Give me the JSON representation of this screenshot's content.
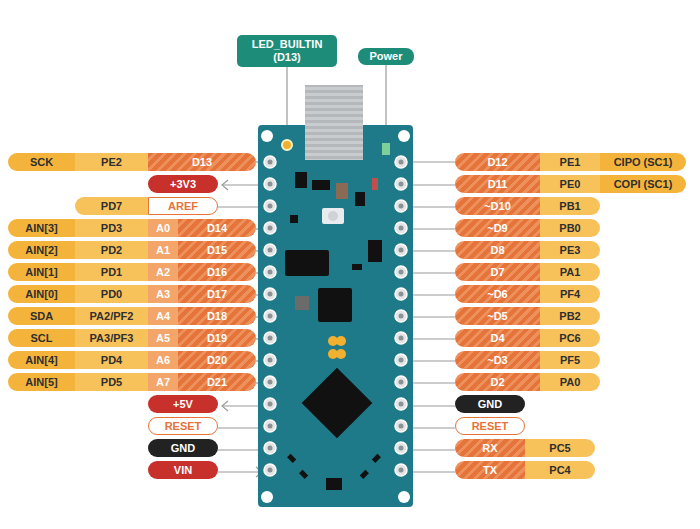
{
  "diagram": {
    "nodes": [
      {
        "text": [
          "LED_BUILTIN (D13)"
        ]
      },
      {
        "text": [
          "Power"
        ]
      },
      {
        "text": [
          "SCK"
        ]
      },
      {
        "text": [
          "PE2"
        ]
      },
      {
        "text": [
          "D13"
        ]
      },
      {
        "text": [
          "D12"
        ]
      },
      {
        "text": [
          "PE1"
        ]
      },
      {
        "text": [
          "CIPO (SC1)"
        ]
      },
      {
        "text": [
          "+3V3"
        ]
      },
      {
        "text": [
          "D11"
        ]
      },
      {
        "text": [
          "PE0"
        ]
      },
      {
        "text": [
          "COPI (SC1)"
        ]
      },
      {
        "text": [
          "PD7"
        ]
      },
      {
        "text": [
          "AREF"
        ]
      },
      {
        "text": [
          "~D10"
        ]
      },
      {
        "text": [
          "PB1"
        ]
      },
      {
        "text": [
          "AIN[3]"
        ]
      },
      {
        "text": [
          "PD3"
        ]
      },
      {
        "text": [
          "A0"
        ]
      },
      {
        "text": [
          "D14"
        ]
      },
      {
        "text": [
          "~D9"
        ]
      },
      {
        "text": [
          "PB0"
        ]
      },
      {
        "text": [
          "AIN[2]"
        ]
      },
      {
        "text": [
          "PD2"
        ]
      },
      {
        "text": [
          "A1"
        ]
      },
      {
        "text": [
          "D15"
        ]
      },
      {
        "text": [
          "D8"
        ]
      },
      {
        "text": [
          "PE3"
        ]
      },
      {
        "text": [
          "AIN[1]"
        ]
      },
      {
        "text": [
          "PD1"
        ]
      },
      {
        "text": [
          "A2"
        ]
      },
      {
        "text": [
          "D16"
        ]
      },
      {
        "text": [
          "D7"
        ]
      },
      {
        "text": [
          "PA1"
        ]
      },
      {
        "text": [
          "AIN[0]"
        ]
      },
      {
        "text": [
          "PD0"
        ]
      },
      {
        "text": [
          "A3"
        ]
      },
      {
        "text": [
          "D17"
        ]
      },
      {
        "text": [
          "~D6"
        ]
      },
      {
        "text": [
          "PF4"
        ]
      },
      {
        "text": [
          "SDA"
        ]
      },
      {
        "text": [
          "PA2/PF2"
        ]
      },
      {
        "text": [
          "A4"
        ]
      },
      {
        "text": [
          "D18"
        ]
      },
      {
        "text": [
          "~D5"
        ]
      },
      {
        "text": [
          "PB2"
        ]
      },
      {
        "text": [
          "SCL"
        ]
      },
      {
        "text": [
          "PA3/PF3"
        ]
      },
      {
        "text": [
          "A5"
        ]
      },
      {
        "text": [
          "D19"
        ]
      },
      {
        "text": [
          "D4"
        ]
      },
      {
        "text": [
          "PC6"
        ]
      },
      {
        "text": [
          "AIN[4]"
        ]
      },
      {
        "text": [
          "PD4"
        ]
      },
      {
        "text": [
          "A6"
        ]
      },
      {
        "text": [
          "D20"
        ]
      },
      {
        "text": [
          "~D3"
        ]
      },
      {
        "text": [
          "PF5"
        ]
      },
      {
        "text": [
          "AIN[5]"
        ]
      },
      {
        "text": [
          "PD5"
        ]
      },
      {
        "text": [
          "A7"
        ]
      },
      {
        "text": [
          "D21"
        ]
      },
      {
        "text": [
          "D2"
        ]
      },
      {
        "text": [
          "PA0"
        ]
      },
      {
        "text": [
          "+5V"
        ]
      },
      {
        "text": [
          "GND"
        ]
      },
      {
        "text": [
          "RESET"
        ]
      },
      {
        "text": [
          "RESET"
        ]
      },
      {
        "text": [
          "GND"
        ]
      },
      {
        "text": [
          "RX"
        ]
      },
      {
        "text": [
          "PC5"
        ]
      },
      {
        "text": [
          "VIN"
        ]
      },
      {
        "text": [
          "TX"
        ]
      },
      {
        "text": [
          "PC4"
        ]
      }
    ]
  }
}
